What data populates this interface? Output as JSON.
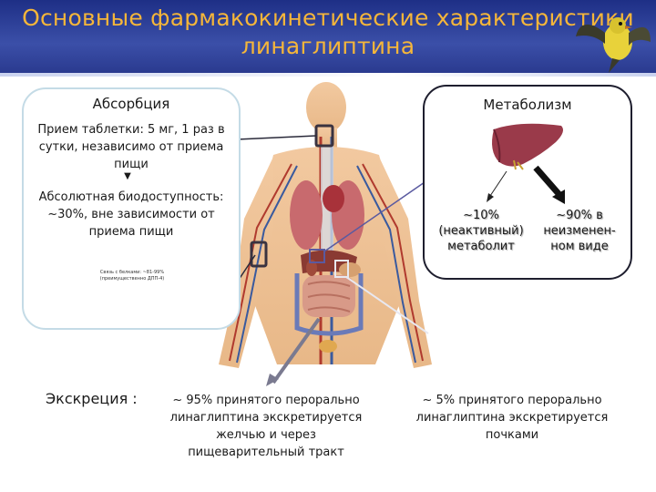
{
  "header": {
    "title_line1": "Основные фармакокинетические характеристики",
    "title_line2": "линаглиптина"
  },
  "absorption": {
    "heading": "Абсорбция",
    "text1": "Прием таблетки: 5 мг, 1 раз в сутки, независимо от приема пищи",
    "arrow": "▼",
    "text2": "Абсолютная биодоступность: ~30%, вне зависимости от приема пищи",
    "tiny_line1": "Связь с белками: ~81-99%",
    "tiny_line2": "(преимущественно ДПП-4)"
  },
  "metabolism": {
    "heading": "Метаболизм",
    "left": "~10% (неактивный) метаболит",
    "right": "~90% в неизменен-ном виде"
  },
  "excretion": {
    "label": "Экскреция :",
    "biliary": "~ 95% принятого перорально линаглиптина экскретируется желчью и через пищеварительный тракт",
    "renal": "~ 5% принятого перорально линаглиптина экскретируется почками"
  },
  "colors": {
    "header_bg": "#2a3a8f",
    "title": "#f5b63a",
    "panel_border": "#c4dbe6"
  }
}
